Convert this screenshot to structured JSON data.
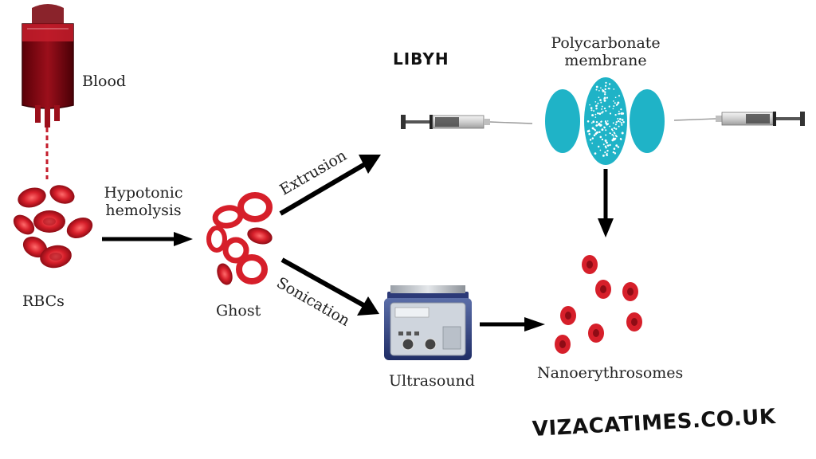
{
  "labels": {
    "blood": "Blood",
    "rbcs": "RBCs",
    "hypotonic": "Hypotonic",
    "hemolysis": "hemolysis",
    "ghost": "Ghost",
    "extrusion": "Extrusion",
    "sonication": "Sonication",
    "ultrasound": "Ultrasound",
    "membrane_line1": "Polycarbonate",
    "membrane_line2": "membrane",
    "nano": "Nanoerythrosomes"
  },
  "watermarks": {
    "top": "LIBYH",
    "bottom": "VIZACATIMES.CO.UK"
  },
  "colors": {
    "blood": "#a3111f",
    "cell": "#d61f2a",
    "membrane": "#1fb3c7",
    "arrow": "#000000"
  }
}
